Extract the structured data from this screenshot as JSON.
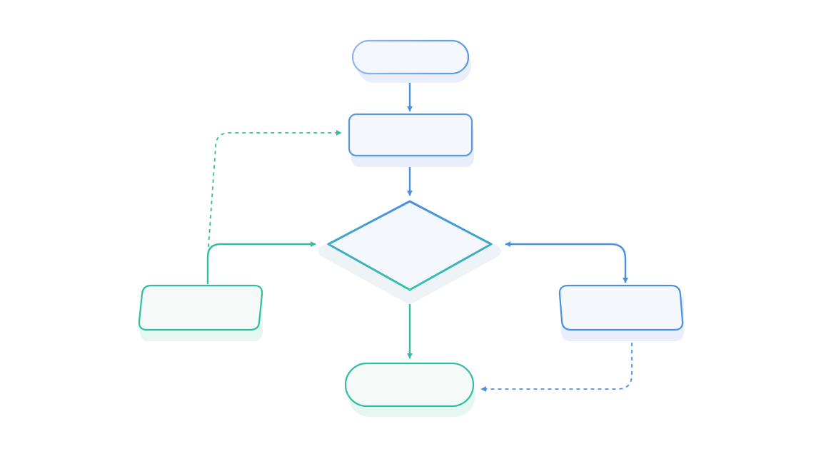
{
  "diagram": {
    "type": "flowchart",
    "colors": {
      "blue": "#4a90e2",
      "teal": "#2fbf9f",
      "node_fill": "#f4f7fc",
      "shadow_blue": "#e8eefb",
      "shadow_teal": "#e6f6f1"
    },
    "nodes": [
      {
        "id": "start",
        "shape": "terminal",
        "label": ""
      },
      {
        "id": "process",
        "shape": "process",
        "label": ""
      },
      {
        "id": "decision",
        "shape": "decision",
        "label": ""
      },
      {
        "id": "left-branch",
        "shape": "process",
        "label": ""
      },
      {
        "id": "right-branch",
        "shape": "process",
        "label": ""
      },
      {
        "id": "end",
        "shape": "terminal",
        "label": ""
      }
    ],
    "edges": [
      {
        "from": "start",
        "to": "process",
        "style": "solid"
      },
      {
        "from": "process",
        "to": "decision",
        "style": "solid"
      },
      {
        "from": "left-branch",
        "to": "decision",
        "style": "solid"
      },
      {
        "from": "left-branch",
        "to": "process",
        "style": "dashed"
      },
      {
        "from": "decision",
        "to": "right-branch",
        "style": "solid",
        "bidirectional": true
      },
      {
        "from": "decision",
        "to": "end",
        "style": "solid"
      },
      {
        "from": "right-branch",
        "to": "end",
        "style": "dashed"
      }
    ]
  }
}
